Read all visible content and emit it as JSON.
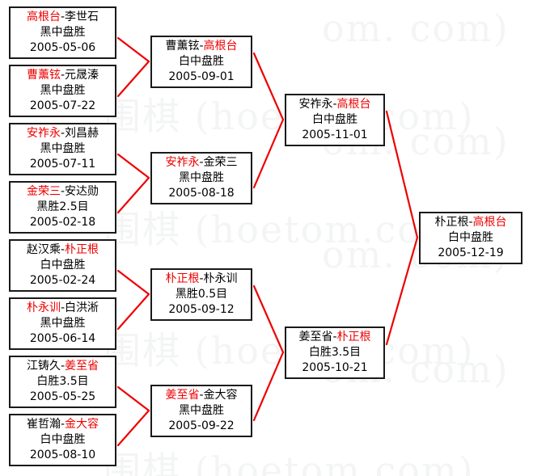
{
  "watermark": {
    "text_left": "围棋 (hoetom.com)",
    "text_right": "om. com)",
    "color": "#f3f5f4"
  },
  "legend": {
    "winner_color": "#ee0000",
    "loser_color": "#000000",
    "connector_color": "#ee0000",
    "box_border_color": "#1a1a1a"
  },
  "bracket": {
    "round1": [
      {
        "left_player": "高根台",
        "right_player": "李世石",
        "left_is_winner": true,
        "separator": "-",
        "result": "黑中盘胜",
        "date": "2005-05-06"
      },
      {
        "left_player": "曹薰铉",
        "right_player": "元晟溱",
        "left_is_winner": true,
        "separator": "-",
        "result": "黑中盘胜",
        "date": "2005-07-22"
      },
      {
        "left_player": "安祚永",
        "right_player": "刘昌赫",
        "left_is_winner": true,
        "separator": "-",
        "result": "黑中盘胜",
        "date": "2005-07-11"
      },
      {
        "left_player": "金荣三",
        "right_player": "安达勋",
        "left_is_winner": true,
        "separator": "-",
        "result": "黑胜2.5目",
        "date": "2005-02-18"
      },
      {
        "left_player": "赵汉乘",
        "right_player": "朴正根",
        "left_is_winner": false,
        "separator": "-",
        "result": "白中盘胜",
        "date": "2005-02-24"
      },
      {
        "left_player": "朴永训",
        "right_player": "白洪淅",
        "left_is_winner": true,
        "separator": "-",
        "result": "黑中盘胜",
        "date": "2005-06-14"
      },
      {
        "left_player": "江铸久",
        "right_player": "姜至省",
        "left_is_winner": false,
        "separator": "-",
        "result": "白胜3.5目",
        "date": "2005-05-25"
      },
      {
        "left_player": "崔哲瀚",
        "right_player": "金大容",
        "left_is_winner": false,
        "separator": "-",
        "result": "白中盘胜",
        "date": "2005-08-10"
      }
    ],
    "round2": [
      {
        "left_player": "曹薰铉",
        "right_player": "高根台",
        "left_is_winner": false,
        "separator": "-",
        "result": "白中盘胜",
        "date": "2005-09-01"
      },
      {
        "left_player": "安祚永",
        "right_player": "金荣三",
        "left_is_winner": true,
        "separator": "-",
        "result": "黑中盘胜",
        "date": "2005-08-18"
      },
      {
        "left_player": "朴正根",
        "right_player": "朴永训",
        "left_is_winner": true,
        "separator": "-",
        "result": "黑胜0.5目",
        "date": "2005-09-12"
      },
      {
        "left_player": "姜至省",
        "right_player": "金大容",
        "left_is_winner": true,
        "separator": "-",
        "result": "黑中盘胜",
        "date": "2005-09-22"
      }
    ],
    "round3": [
      {
        "left_player": "安祚永",
        "right_player": "高根台",
        "left_is_winner": false,
        "separator": "-",
        "result": "白中盘胜",
        "date": "2005-11-01"
      },
      {
        "left_player": "姜至省",
        "right_player": "朴正根",
        "left_is_winner": false,
        "separator": "-",
        "result": "白胜3.5目",
        "date": "2005-10-21"
      }
    ],
    "final": {
      "left_player": "朴正根",
      "right_player": "高根台",
      "left_is_winner": false,
      "separator": "-",
      "result": "白中盘胜",
      "date": "2005-12-19"
    }
  }
}
